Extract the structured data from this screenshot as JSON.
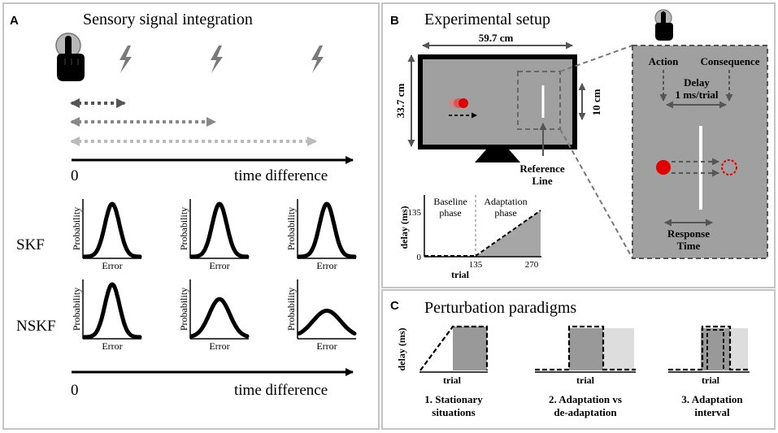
{
  "panel_a": {
    "letter": "A",
    "title": "Sensory signal integration",
    "axis_zero": "0",
    "axis_label": "time difference",
    "row1_label": "SKF",
    "row2_label": "NSKF",
    "ylabel": "Probability",
    "xlabel": "Error",
    "colors": {
      "arrow_dark": "#555555",
      "arrow_mid": "#888888",
      "arrow_light": "#bbbbbb",
      "bolt": "#7a7a7a"
    }
  },
  "panel_b": {
    "letter": "B",
    "title": "Experimental setup",
    "width_label": "59.7 cm",
    "height_label": "33.7 cm",
    "ref_size_label": "10 cm",
    "ref_line_label": [
      "Reference",
      "Line"
    ],
    "zoom": {
      "action": "Action",
      "consequence": "Consequence",
      "delay": "Delay",
      "rate": "1 ms/trial",
      "response": [
        "Response",
        "Time"
      ]
    },
    "mini_chart": {
      "ylabel": "delay (ms)",
      "xlabel": "trial",
      "ytick_top": "135",
      "ytick_zero": "0",
      "xtick_mid": "135",
      "xtick_end": "270",
      "phase1": [
        "Baseline",
        "phase"
      ],
      "phase2": [
        "Adaptation",
        "phase"
      ]
    },
    "colors": {
      "screen": "#a0a0a0",
      "dot": "#e00000"
    }
  },
  "panel_c": {
    "letter": "C",
    "title": "Perturbation paradigms",
    "ylabel": "delay (ms)",
    "xlabel": "trial",
    "captions": [
      [
        "1. Stationary",
        "situations"
      ],
      [
        "2. Adaptation vs",
        "de-adaptation"
      ],
      [
        "3. Adaptation",
        "interval"
      ]
    ],
    "colors": {
      "dark_block": "#999999",
      "light_block": "#dddddd"
    }
  }
}
